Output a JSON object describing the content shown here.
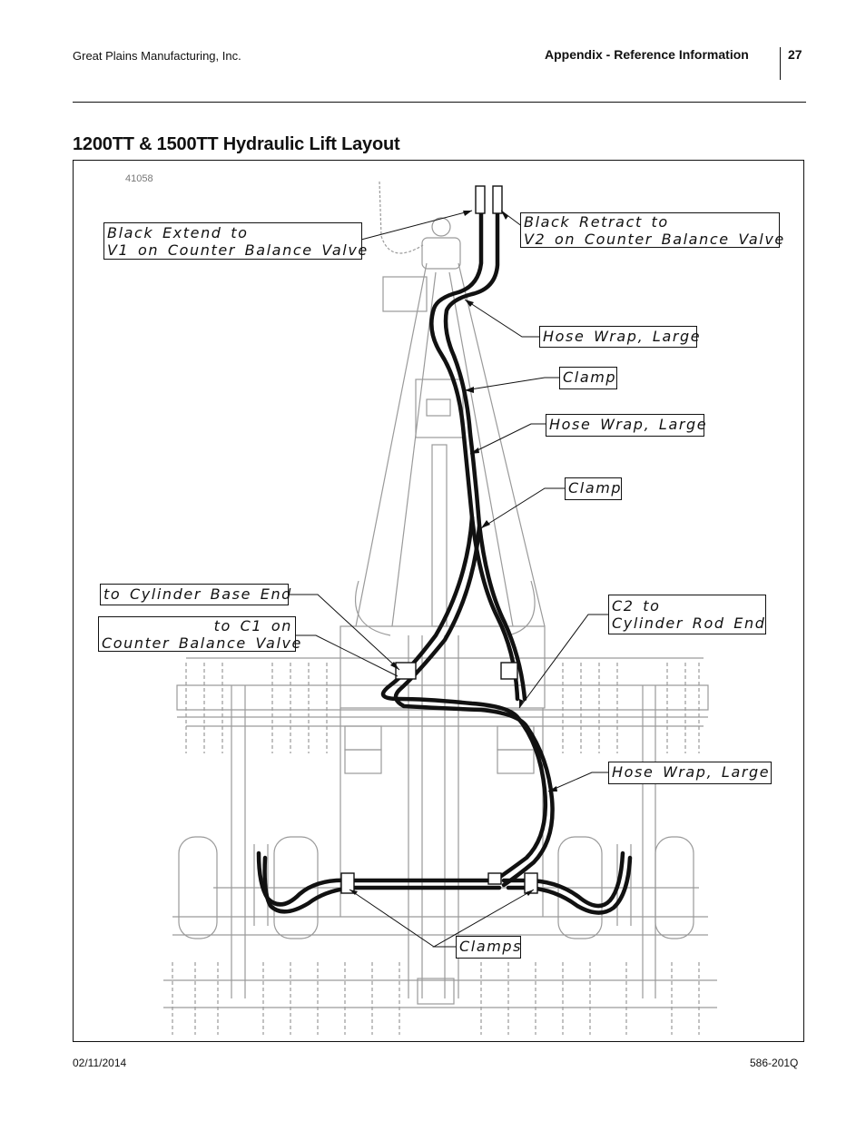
{
  "header": {
    "company": "Great Plains Manufacturing, Inc.",
    "section": "Appendix - Reference Information",
    "page_number": "27"
  },
  "title": "1200TT & 1500TT Hydraulic Lift Layout",
  "figure_id": "41058",
  "callouts": {
    "black_extend": {
      "line1": "Black Extend to",
      "line2": "V1 on Counter Balance Valve"
    },
    "black_retract": {
      "line1": "Black Retract to",
      "line2": "V2 on Counter Balance Valve"
    },
    "hose_wrap_1": "Hose Wrap, Large",
    "clamp_1": "Clamp",
    "hose_wrap_2": "Hose Wrap, Large",
    "clamp_2": "Clamp",
    "cylinder_base": "to Cylinder Base End",
    "c1": {
      "line1": "to C1 on",
      "line2": "Counter Balance Valve"
    },
    "c2": {
      "line1": "C2 to",
      "line2": "Cylinder Rod End"
    },
    "hose_wrap_3": "Hose Wrap, Large",
    "clamps": "Clamps"
  },
  "footer": {
    "date": "02/11/2014",
    "doc_number": "586-201Q"
  }
}
